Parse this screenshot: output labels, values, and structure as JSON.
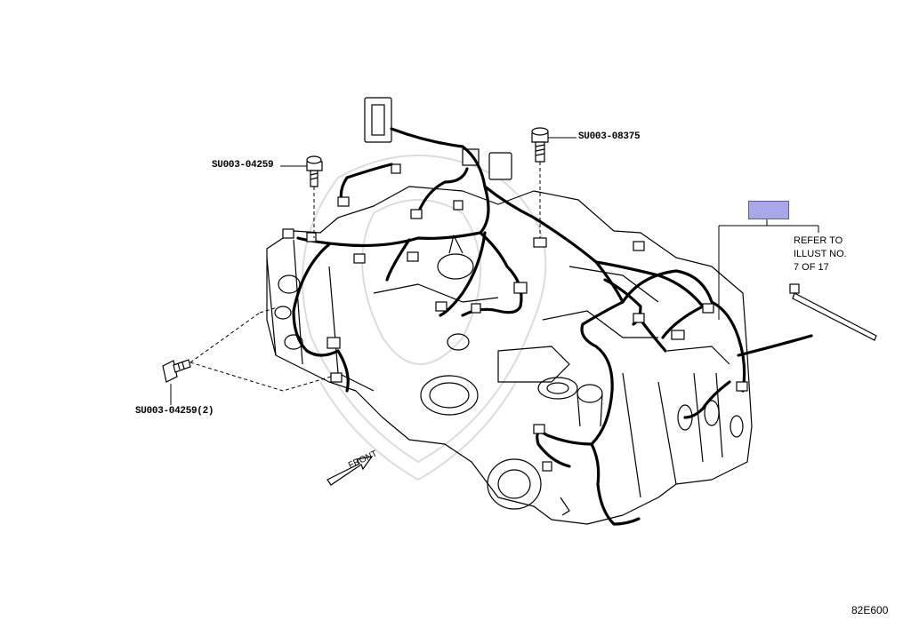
{
  "callouts": {
    "top_bolt": "SU003-08375",
    "left_bolt": "SU003-04259",
    "lower_bolt": "SU003-04259(2)"
  },
  "refer_note": {
    "line1": "REFER TO",
    "line2": "ILLUST NO.",
    "line3": "7 OF 17"
  },
  "front_label": "FRONT",
  "illustration_code": "82E600",
  "colors": {
    "highlight_fill": "#a8a8e8",
    "line": "#000000",
    "watermark": "#d9d9d9"
  }
}
